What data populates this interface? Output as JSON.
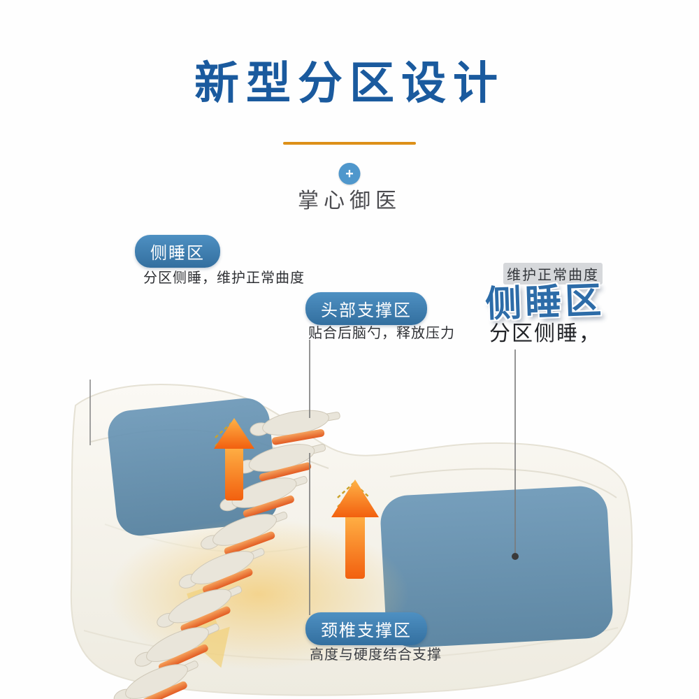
{
  "header": {
    "title": "新型分区设计",
    "brand": "掌心御医",
    "plus_glyph": "+"
  },
  "callouts": {
    "left": {
      "title": "侧睡区",
      "desc": "分区侧睡，维护正常曲度"
    },
    "head": {
      "title": "头部支撑区",
      "desc": "贴合后脑勺，释放压力"
    },
    "right": {
      "note": "维护正常曲度",
      "title": "侧睡区",
      "desc": "分区侧睡，"
    },
    "neck": {
      "title": "颈椎支撑区",
      "desc": "高度与硬度结合支撑"
    }
  },
  "scene": {
    "subject": "memory-foam contour pillow with two blue side-sleep zones and spine illustration with upward support arrows"
  },
  "colors": {
    "title_blue": "#1a5a9e",
    "accent_orange": "#dd9018",
    "pill_blue": "#3e7cb0",
    "zone_blue": "#5d8bad",
    "arrow_orange": "#f2600f",
    "pillow_ivory": "#f6f4ee",
    "badge_blue": "#4f97cc"
  }
}
